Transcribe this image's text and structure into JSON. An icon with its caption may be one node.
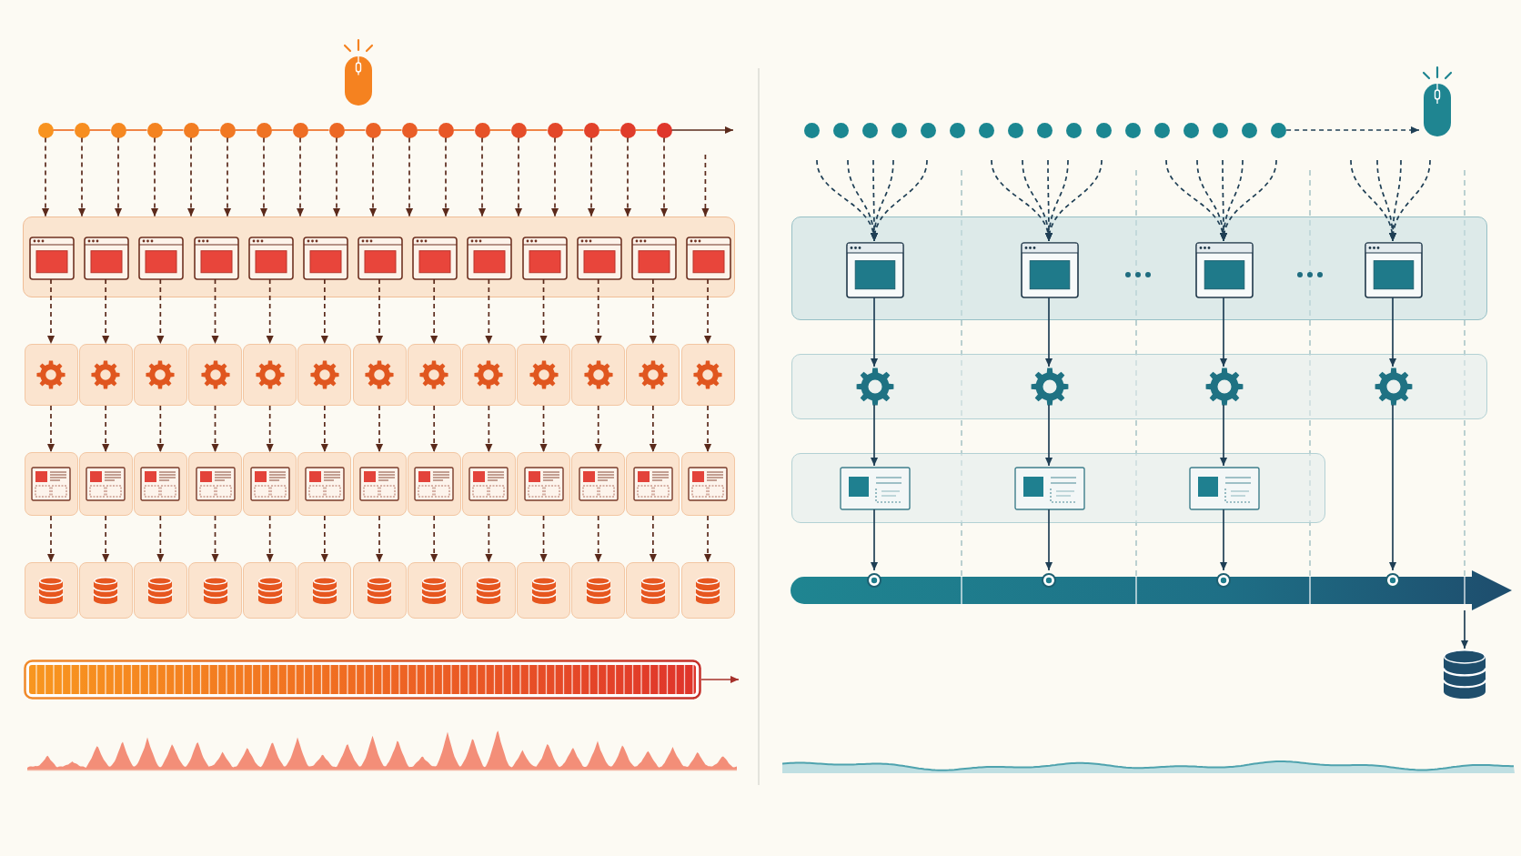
{
  "diagram": {
    "nodes": [
      {
        "text": [],
        "shape": "circle"
      },
      {
        "text": [],
        "shape": "circle"
      },
      {
        "text": [],
        "shape": "circle"
      },
      {
        "text": [],
        "shape": "circle"
      },
      {
        "text": [],
        "shape": "circle"
      },
      {
        "text": [],
        "shape": "circle"
      },
      {
        "text": [],
        "shape": "circle"
      },
      {
        "text": [],
        "shape": "circle"
      },
      {
        "text": [],
        "shape": "circle"
      },
      {
        "text": [],
        "shape": "circle"
      },
      {
        "text": [],
        "shape": "circle"
      },
      {
        "text": [],
        "shape": "circle"
      },
      {
        "text": [],
        "shape": "circle"
      },
      {
        "text": [],
        "shape": "circle"
      },
      {
        "text": [],
        "shape": "circle"
      },
      {
        "text": [],
        "shape": "circle"
      },
      {
        "text": [],
        "shape": "circle"
      },
      {
        "text": [],
        "shape": "circle"
      },
      {
        "text": [],
        "shape": "box"
      },
      {
        "text": [],
        "shape": "picture",
        "in": 18
      },
      {
        "text": [],
        "shape": "picture",
        "in": 18
      },
      {
        "text": [],
        "shape": "picture",
        "in": 18
      },
      {
        "text": [],
        "shape": "picture",
        "in": 18
      },
      {
        "text": [],
        "shape": "picture",
        "in": 18
      },
      {
        "text": [],
        "shape": "picture",
        "in": 18
      },
      {
        "text": [],
        "shape": "picture",
        "in": 18
      },
      {
        "text": [],
        "shape": "picture",
        "in": 18
      },
      {
        "text": [],
        "shape": "picture",
        "in": 18
      },
      {
        "text": [],
        "shape": "picture",
        "in": 18
      },
      {
        "text": [],
        "shape": "picture",
        "in": 18
      },
      {
        "text": [],
        "shape": "picture",
        "in": 18
      },
      {
        "text": [],
        "shape": "picture",
        "in": 18
      },
      {
        "text": [],
        "shape": "picture"
      },
      {
        "text": [],
        "shape": "picture"
      },
      {
        "text": [],
        "shape": "picture"
      },
      {
        "text": [],
        "shape": "picture"
      },
      {
        "text": [],
        "shape": "picture"
      },
      {
        "text": [],
        "shape": "picture"
      },
      {
        "text": [],
        "shape": "picture"
      },
      {
        "text": [],
        "shape": "picture"
      },
      {
        "text": [],
        "shape": "picture"
      },
      {
        "text": [],
        "shape": "picture"
      },
      {
        "text": [],
        "shape": "picture"
      },
      {
        "text": [],
        "shape": "picture"
      },
      {
        "text": [],
        "shape": "picture"
      },
      {
        "text": [],
        "shape": "picture"
      },
      {
        "text": [],
        "shape": "picture"
      },
      {
        "text": [],
        "shape": "picture"
      },
      {
        "text": [],
        "shape": "picture"
      },
      {
        "text": [],
        "shape": "picture"
      },
      {
        "text": [],
        "shape": "picture"
      },
      {
        "text": [],
        "shape": "picture"
      },
      {
        "text": [],
        "shape": "picture"
      },
      {
        "text": [],
        "shape": "picture"
      },
      {
        "text": [],
        "shape": "picture"
      },
      {
        "text": [],
        "shape": "picture"
      },
      {
        "text": [],
        "shape": "picture"
      },
      {
        "text": [],
        "shape": "picture"
      },
      {
        "text": [],
        "shape": "cylinder"
      },
      {
        "text": [],
        "shape": "cylinder"
      },
      {
        "text": [],
        "shape": "cylinder"
      },
      {
        "text": [],
        "shape": "cylinder"
      },
      {
        "text": [],
        "shape": "cylinder"
      },
      {
        "text": [],
        "shape": "cylinder"
      },
      {
        "text": [],
        "shape": "cylinder"
      },
      {
        "text": [],
        "shape": "cylinder"
      },
      {
        "text": [],
        "shape": "cylinder"
      },
      {
        "text": [],
        "shape": "cylinder"
      },
      {
        "text": [],
        "shape": "cylinder"
      },
      {
        "text": [],
        "shape": "cylinder"
      },
      {
        "text": [],
        "shape": "cylinder"
      },
      {
        "text": [],
        "shape": "bar"
      },
      {
        "text": [],
        "shape": "circle"
      },
      {
        "text": [],
        "shape": "circle"
      },
      {
        "text": [],
        "shape": "circle"
      },
      {
        "text": [],
        "shape": "circle"
      },
      {
        "text": [],
        "shape": "circle"
      },
      {
        "text": [],
        "shape": "circle"
      },
      {
        "text": [],
        "shape": "circle"
      },
      {
        "text": [],
        "shape": "circle"
      },
      {
        "text": [],
        "shape": "circle"
      },
      {
        "text": [],
        "shape": "circle"
      },
      {
        "text": [],
        "shape": "circle"
      },
      {
        "text": [],
        "shape": "circle"
      },
      {
        "text": [],
        "shape": "circle"
      },
      {
        "text": [],
        "shape": "circle"
      },
      {
        "text": [],
        "shape": "circle"
      },
      {
        "text": [],
        "shape": "circle"
      },
      {
        "text": [],
        "shape": "circle"
      },
      {
        "text": [],
        "shape": "picture"
      },
      {
        "text": [],
        "shape": "box"
      },
      {
        "text": [],
        "shape": "picture",
        "in": 90
      },
      {
        "text": [],
        "shape": "picture",
        "in": 90
      },
      {
        "text": [],
        "shape": "picture",
        "in": 90
      },
      {
        "text": [],
        "shape": "picture",
        "in": 90
      },
      {
        "text": [],
        "shape": "box"
      },
      {
        "text": [],
        "shape": "picture",
        "in": 95
      },
      {
        "text": [],
        "shape": "picture",
        "in": 95
      },
      {
        "text": [],
        "shape": "picture",
        "in": 95
      },
      {
        "text": [],
        "shape": "picture",
        "in": 95
      },
      {
        "text": [],
        "shape": "box"
      },
      {
        "text": [],
        "shape": "picture",
        "in": 100
      },
      {
        "text": [],
        "shape": "picture",
        "in": 100
      },
      {
        "text": [],
        "shape": "picture",
        "in": 100
      },
      {
        "text": [],
        "shape": "bar"
      },
      {
        "text": [],
        "shape": "cylinder"
      }
    ],
    "edges": [
      {
        "from": 0,
        "to": 1,
        "arrow": "none",
        "color": "#ee6f27"
      },
      {
        "from": 1,
        "to": 2,
        "arrow": "none",
        "color": "#ee6f27"
      },
      {
        "from": 2,
        "to": 3,
        "arrow": "none",
        "color": "#ee6f27"
      },
      {
        "from": 3,
        "to": 4,
        "arrow": "none",
        "color": "#ee6f27"
      },
      {
        "from": 4,
        "to": 5,
        "arrow": "none",
        "color": "#ee6f27"
      },
      {
        "from": 5,
        "to": 6,
        "arrow": "none",
        "color": "#ee6f27"
      },
      {
        "from": 6,
        "to": 7,
        "arrow": "none",
        "color": "#ee6f27"
      },
      {
        "from": 7,
        "to": 8,
        "arrow": "none",
        "color": "#ee6f27"
      },
      {
        "from": 8,
        "to": 9,
        "arrow": "none",
        "color": "#ee6f27"
      },
      {
        "from": 9,
        "to": 10,
        "arrow": "none",
        "color": "#ee6f27"
      },
      {
        "from": 10,
        "to": 11,
        "arrow": "none",
        "color": "#ee6f27"
      },
      {
        "from": 11,
        "to": 12,
        "arrow": "none",
        "color": "#ee6f27"
      },
      {
        "from": 12,
        "to": 13,
        "arrow": "none",
        "color": "#ee6f27"
      },
      {
        "from": 13,
        "to": 14,
        "arrow": "none",
        "color": "#ee6f27"
      },
      {
        "from": 14,
        "to": 15,
        "arrow": "none",
        "color": "#ee6f27"
      },
      {
        "from": 15,
        "to": 16,
        "arrow": "none",
        "color": "#ee6f27"
      },
      {
        "from": 16,
        "to": 17,
        "arrow": "none",
        "color": "#ee6f27"
      },
      {
        "from": 0,
        "to": 18,
        "arrow": "to",
        "style": "dashed"
      },
      {
        "from": 1,
        "to": 18,
        "arrow": "to",
        "style": "dashed"
      },
      {
        "from": 2,
        "to": 18,
        "arrow": "to",
        "style": "dashed"
      },
      {
        "from": 3,
        "to": 18,
        "arrow": "to",
        "style": "dashed"
      },
      {
        "from": 4,
        "to": 18,
        "arrow": "to",
        "style": "dashed"
      },
      {
        "from": 5,
        "to": 18,
        "arrow": "to",
        "style": "dashed"
      },
      {
        "from": 6,
        "to": 18,
        "arrow": "to",
        "style": "dashed"
      },
      {
        "from": 7,
        "to": 18,
        "arrow": "to",
        "style": "dashed"
      },
      {
        "from": 8,
        "to": 18,
        "arrow": "to",
        "style": "dashed"
      },
      {
        "from": 9,
        "to": 18,
        "arrow": "to",
        "style": "dashed"
      },
      {
        "from": 10,
        "to": 18,
        "arrow": "to",
        "style": "dashed"
      },
      {
        "from": 11,
        "to": 18,
        "arrow": "to",
        "style": "dashed"
      },
      {
        "from": 12,
        "to": 18,
        "arrow": "to",
        "style": "dashed"
      },
      {
        "from": 13,
        "to": 18,
        "arrow": "to",
        "style": "dashed"
      },
      {
        "from": 14,
        "to": 18,
        "arrow": "to",
        "style": "dashed"
      },
      {
        "from": 15,
        "to": 18,
        "arrow": "to",
        "style": "dashed"
      },
      {
        "from": 16,
        "to": 18,
        "arrow": "to",
        "style": "dashed"
      },
      {
        "from": 17,
        "to": 18,
        "arrow": "to",
        "style": "dashed"
      },
      {
        "from": null,
        "to": 18,
        "arrow": "to",
        "style": "dashed"
      },
      {
        "from": 19,
        "to": 32,
        "arrow": "to",
        "style": "dashed"
      },
      {
        "from": 20,
        "to": 33,
        "arrow": "to",
        "style": "dashed"
      },
      {
        "from": 21,
        "to": 34,
        "arrow": "to",
        "style": "dashed"
      },
      {
        "from": 22,
        "to": 35,
        "arrow": "to",
        "style": "dashed"
      },
      {
        "from": 23,
        "to": 36,
        "arrow": "to",
        "style": "dashed"
      },
      {
        "from": 24,
        "to": 37,
        "arrow": "to",
        "style": "dashed"
      },
      {
        "from": 25,
        "to": 38,
        "arrow": "to",
        "style": "dashed"
      },
      {
        "from": 26,
        "to": 39,
        "arrow": "to",
        "style": "dashed"
      },
      {
        "from": 27,
        "to": 40,
        "arrow": "to",
        "style": "dashed"
      },
      {
        "from": 28,
        "to": 41,
        "arrow": "to",
        "style": "dashed"
      },
      {
        "from": 29,
        "to": 42,
        "arrow": "to",
        "style": "dashed"
      },
      {
        "from": 30,
        "to": 43,
        "arrow": "to",
        "style": "dashed"
      },
      {
        "from": 31,
        "to": 44,
        "arrow": "to",
        "style": "dashed"
      },
      {
        "from": 32,
        "to": 45,
        "arrow": "to",
        "style": "dashed"
      },
      {
        "from": 33,
        "to": 46,
        "arrow": "to",
        "style": "dashed"
      },
      {
        "from": 34,
        "to": 47,
        "arrow": "to",
        "style": "dashed"
      },
      {
        "from": 35,
        "to": 48,
        "arrow": "to",
        "style": "dashed"
      },
      {
        "from": 36,
        "to": 49,
        "arrow": "to",
        "style": "dashed"
      },
      {
        "from": 37,
        "to": 50,
        "arrow": "to",
        "style": "dashed"
      },
      {
        "from": 38,
        "to": 51,
        "arrow": "to",
        "style": "dashed"
      },
      {
        "from": 39,
        "to": 52,
        "arrow": "to",
        "style": "dashed"
      },
      {
        "from": 40,
        "to": 53,
        "arrow": "to",
        "style": "dashed"
      },
      {
        "from": 41,
        "to": 54,
        "arrow": "to",
        "style": "dashed"
      },
      {
        "from": 42,
        "to": 55,
        "arrow": "to",
        "style": "dashed"
      },
      {
        "from": 43,
        "to": 56,
        "arrow": "to",
        "style": "dashed"
      },
      {
        "from": 44,
        "to": 57,
        "arrow": "to",
        "style": "dashed"
      },
      {
        "from": 45,
        "to": 58,
        "arrow": "to",
        "style": "dashed"
      },
      {
        "from": 46,
        "to": 59,
        "arrow": "to",
        "style": "dashed"
      },
      {
        "from": 47,
        "to": 60,
        "arrow": "to",
        "style": "dashed"
      },
      {
        "from": 48,
        "to": 61,
        "arrow": "to",
        "style": "dashed"
      },
      {
        "from": 49,
        "to": 62,
        "arrow": "to",
        "style": "dashed"
      },
      {
        "from": 50,
        "to": 63,
        "arrow": "to",
        "style": "dashed"
      },
      {
        "from": 51,
        "to": 64,
        "arrow": "to",
        "style": "dashed"
      },
      {
        "from": 52,
        "to": 65,
        "arrow": "to",
        "style": "dashed"
      },
      {
        "from": 53,
        "to": 66,
        "arrow": "to",
        "style": "dashed"
      },
      {
        "from": 54,
        "to": 67,
        "arrow": "to",
        "style": "dashed"
      },
      {
        "from": 55,
        "to": 68,
        "arrow": "to",
        "style": "dashed"
      },
      {
        "from": 56,
        "to": 69,
        "arrow": "to",
        "style": "dashed"
      },
      {
        "from": 57,
        "to": 70,
        "arrow": "to",
        "style": "dashed"
      },
      {
        "from": 88,
        "to": 89,
        "arrow": "to",
        "style": "dashed",
        "color": "#1f3f55"
      },
      {
        "from": null,
        "to": 91,
        "arrow": "to",
        "style": "dashed",
        "color": "#1f3f55"
      },
      {
        "from": null,
        "to": 91,
        "arrow": "to",
        "style": "dashed",
        "color": "#1f3f55"
      },
      {
        "from": null,
        "to": 91,
        "arrow": "to",
        "style": "dashed",
        "color": "#1f3f55"
      },
      {
        "from": null,
        "to": 91,
        "arrow": "to",
        "style": "dashed",
        "color": "#1f3f55"
      },
      {
        "from": null,
        "to": 91,
        "arrow": "to",
        "style": "dashed",
        "color": "#1f3f55"
      },
      {
        "from": null,
        "to": 92,
        "arrow": "to",
        "style": "dashed",
        "color": "#1f3f55"
      },
      {
        "from": null,
        "to": 92,
        "arrow": "to",
        "style": "dashed",
        "color": "#1f3f55"
      },
      {
        "from": null,
        "to": 92,
        "arrow": "to",
        "style": "dashed",
        "color": "#1f3f55"
      },
      {
        "from": null,
        "to": 92,
        "arrow": "to",
        "style": "dashed",
        "color": "#1f3f55"
      },
      {
        "from": null,
        "to": 92,
        "arrow": "to",
        "style": "dashed",
        "color": "#1f3f55"
      },
      {
        "from": null,
        "to": 93,
        "arrow": "to",
        "style": "dashed",
        "color": "#1f3f55"
      },
      {
        "from": null,
        "to": 93,
        "arrow": "to",
        "style": "dashed",
        "color": "#1f3f55"
      },
      {
        "from": null,
        "to": 93,
        "arrow": "to",
        "style": "dashed",
        "color": "#1f3f55"
      },
      {
        "from": null,
        "to": 93,
        "arrow": "to",
        "style": "dashed",
        "color": "#1f3f55"
      },
      {
        "from": null,
        "to": 93,
        "arrow": "to",
        "style": "dashed",
        "color": "#1f3f55"
      },
      {
        "from": null,
        "to": 94,
        "arrow": "to",
        "style": "dashed",
        "color": "#1f3f55"
      },
      {
        "from": null,
        "to": 94,
        "arrow": "to",
        "style": "dashed",
        "color": "#1f3f55"
      },
      {
        "from": null,
        "to": 94,
        "arrow": "to",
        "style": "dashed",
        "color": "#1f3f55"
      },
      {
        "from": null,
        "to": 94,
        "arrow": "to",
        "style": "dashed",
        "color": "#1f3f55"
      },
      {
        "from": 91,
        "to": 96,
        "arrow": "to",
        "color": "#1f3f55"
      },
      {
        "from": 92,
        "to": 97,
        "arrow": "to",
        "color": "#1f3f55"
      },
      {
        "from": 93,
        "to": 98,
        "arrow": "to",
        "color": "#1f3f55"
      },
      {
        "from": 94,
        "to": 99,
        "arrow": "to",
        "color": "#1f3f55"
      },
      {
        "from": 96,
        "to": 101,
        "arrow": "to",
        "color": "#1f3f55"
      },
      {
        "from": 97,
        "to": 102,
        "arrow": "to",
        "color": "#1f3f55"
      },
      {
        "from": 98,
        "to": 103,
        "arrow": "to",
        "color": "#1f3f55"
      },
      {
        "from": 101,
        "to": 104,
        "arrow": "to",
        "color": "#1f3f55"
      },
      {
        "from": 102,
        "to": 104,
        "arrow": "to",
        "color": "#1f3f55"
      },
      {
        "from": 103,
        "to": 104,
        "arrow": "to",
        "color": "#1f3f55"
      },
      {
        "from": 99,
        "to": 104,
        "arrow": "to",
        "color": "#1f3f55"
      },
      {
        "from": 104,
        "to": 105,
        "arrow": "to",
        "color": "#1f3f55"
      },
      {
        "from": 17,
        "to": null,
        "arrow": "to"
      },
      {
        "from": 71,
        "to": null,
        "arrow": "to",
        "color": "#a6302a"
      }
    ]
  }
}
